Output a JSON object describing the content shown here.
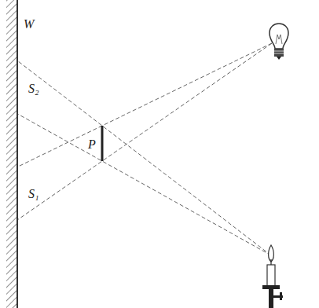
{
  "diagram": {
    "labels": [
      "W",
      "S₂",
      "P",
      "S₁"
    ]
  }
}
